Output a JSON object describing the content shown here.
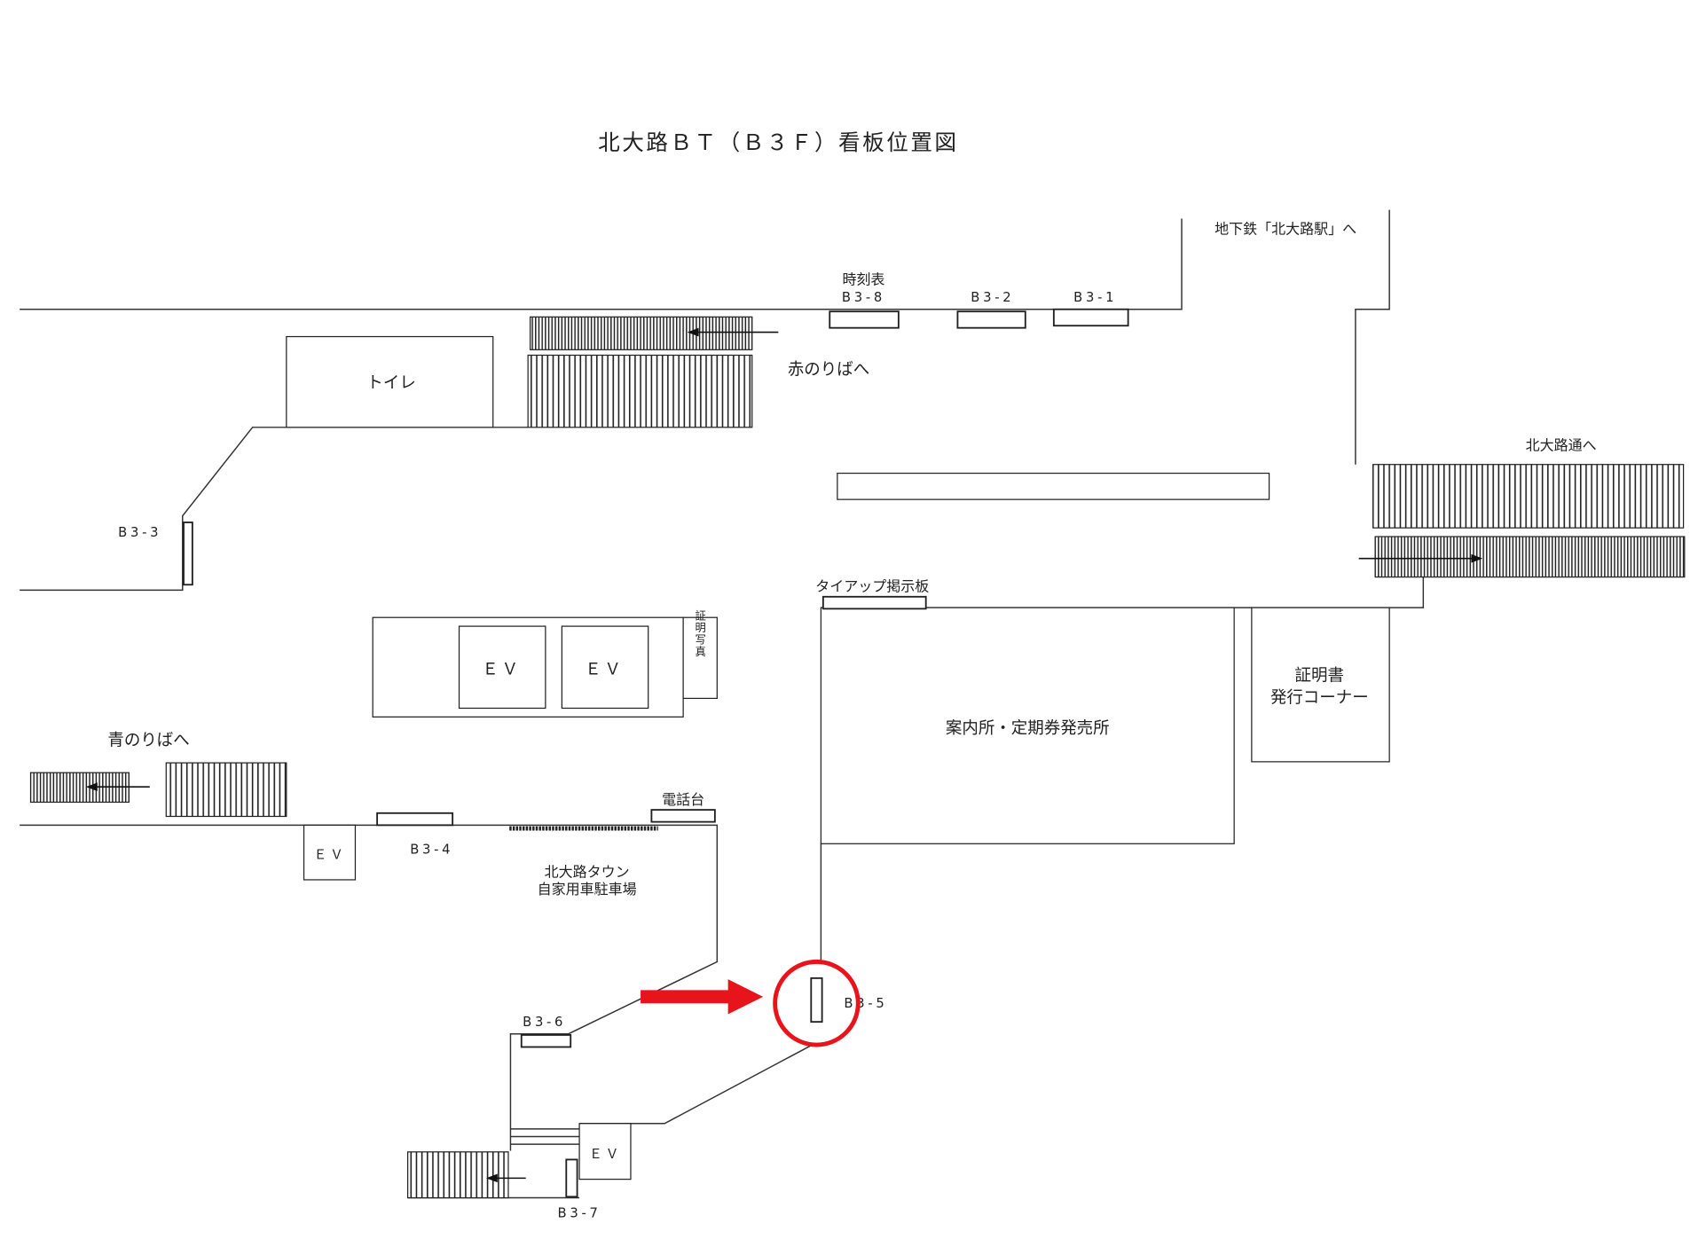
{
  "title": "北大路ＢＴ（Ｂ３Ｆ）看板位置図",
  "labels": {
    "subway": "地下鉄「北大路駅」へ",
    "red_platform": "赤のりばへ",
    "blue_platform": "青のりばへ",
    "toilet": "トイレ",
    "kitaoji_dori": "北大路通へ",
    "tieup_board": "タイアップ掲示板",
    "info_center": "案内所・定期券発売所",
    "certificate_1": "証明書",
    "certificate_2": "発行コーナー",
    "id_photo": "証明写真",
    "ev": "ＥＶ",
    "phone": "電話台",
    "parking_1": "北大路タウン",
    "parking_2": "自家用車駐車場",
    "timetable": "時刻表"
  },
  "signs": {
    "b3_1": "B3-1",
    "b3_2": "B3-2",
    "b3_3": "B3-3",
    "b3_4": "B3-4",
    "b3_5": "B3-5",
    "b3_6": "B3-6",
    "b3_7": "B3-7",
    "b3_8": "B3-8"
  },
  "highlight": {
    "target": "B3-5",
    "color": "#e8141b"
  }
}
